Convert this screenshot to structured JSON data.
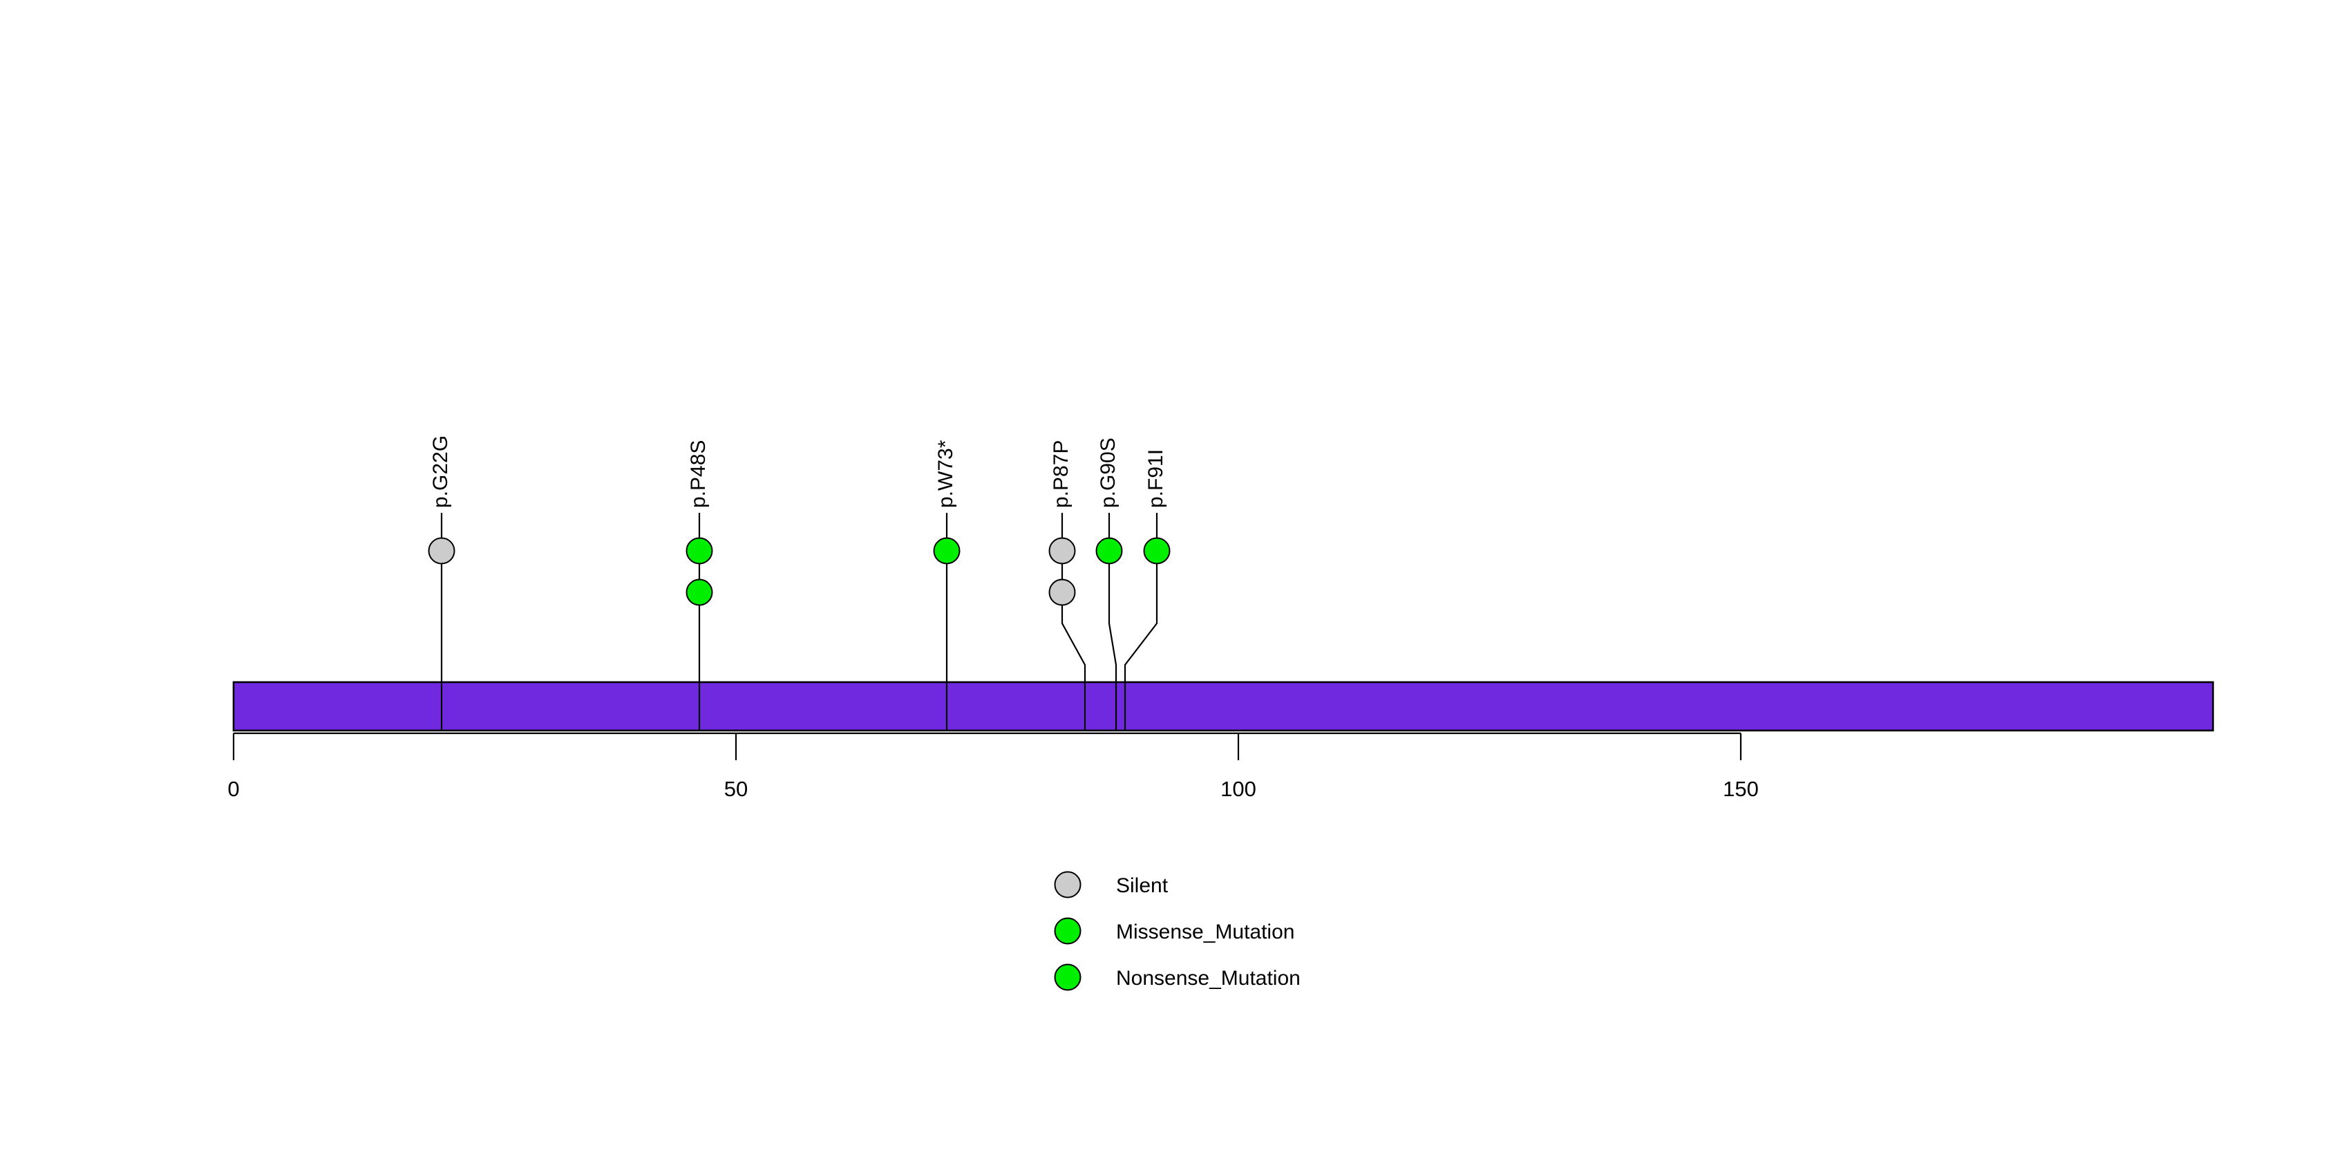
{
  "chart_data": {
    "type": "lollipop",
    "title": "",
    "xlabel": "",
    "ylabel": "",
    "xlim": [
      0,
      197
    ],
    "axis_ticks": [
      {
        "value": 0,
        "label": "0"
      },
      {
        "value": 50,
        "label": "50"
      },
      {
        "value": 100,
        "label": "100"
      },
      {
        "value": 150,
        "label": "150"
      }
    ],
    "protein_bar": {
      "start": 0,
      "end": 197,
      "color": "#7129E0",
      "border_color": "#000000"
    },
    "legend": {
      "position": "bottom-center",
      "entries": [
        {
          "label": "Silent",
          "color": "#CCCCCC"
        },
        {
          "label": "Missense_Mutation",
          "color": "#00EE00"
        },
        {
          "label": "Nonsense_Mutation",
          "color": "#00EE00"
        }
      ]
    },
    "mutations": [
      {
        "label": "p.G22G",
        "position": 22,
        "count": 1,
        "stem_kind": "straight",
        "dots": [
          {
            "tier": 1,
            "type": "Silent",
            "color": "#CCCCCC"
          }
        ]
      },
      {
        "label": "p.P48S",
        "position": 48,
        "count": 2,
        "stem_kind": "straight",
        "dots": [
          {
            "tier": 1,
            "type": "Missense_Mutation",
            "color": "#00EE00"
          },
          {
            "tier": 2,
            "type": "Missense_Mutation",
            "color": "#00EE00"
          }
        ]
      },
      {
        "label": "p.W73*",
        "position": 73,
        "count": 1,
        "stem_kind": "straight",
        "dots": [
          {
            "tier": 1,
            "type": "Missense_Mutation",
            "color": "#00EE00"
          }
        ]
      },
      {
        "label": "p.P87P",
        "position": 85,
        "count": 2,
        "stem_kind": "bent",
        "dots": [
          {
            "tier": 1,
            "type": "Silent",
            "color": "#CCCCCC"
          },
          {
            "tier": 2,
            "type": "Silent",
            "color": "#CCCCCC"
          }
        ]
      },
      {
        "label": "p.G90S",
        "position": 88,
        "count": 1,
        "stem_kind": "bent",
        "dots": [
          {
            "tier": 1,
            "type": "Missense_Mutation",
            "color": "#00EE00"
          }
        ]
      },
      {
        "label": "p.F91I",
        "position": 89,
        "count": 1,
        "stem_kind": "bent",
        "dots": [
          {
            "tier": 1,
            "type": "Missense_Mutation",
            "color": "#00EE00"
          }
        ]
      }
    ],
    "colors": {
      "silent": "#CCCCCC",
      "missense": "#00EE00",
      "nonsense": "#00EE00",
      "protein": "#7129E0",
      "outline": "#000000",
      "background": "#FFFFFF"
    }
  }
}
